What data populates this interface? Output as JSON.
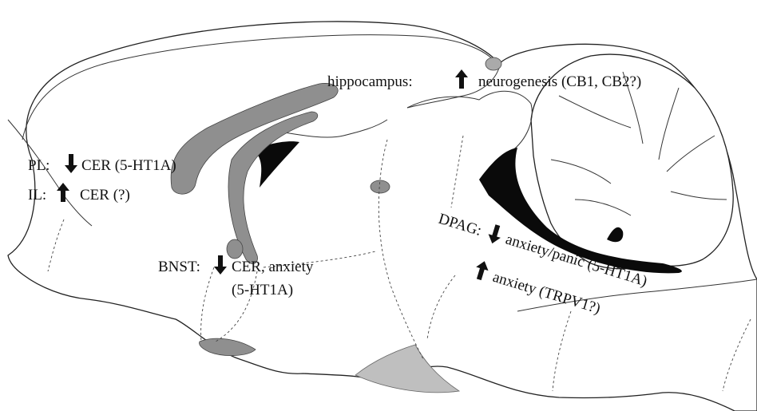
{
  "labels": {
    "hippocampus": {
      "region": "hippocampus:",
      "arrow": "up",
      "effect": "neurogenesis (CB1, CB2?)"
    },
    "pl": {
      "region": "PL:",
      "arrow": "down",
      "effect": "CER (5-HT1A)"
    },
    "il": {
      "region": "IL:",
      "arrow": "up",
      "effect": "CER (?)"
    },
    "bnst": {
      "region": "BNST:",
      "arrow": "down",
      "effect": "CER, anxiety",
      "effect2": "(5-HT1A)"
    },
    "dpag": {
      "region": "DPAG:",
      "arrow1": "down",
      "effect1": "anxiety/panic (5-HT1A)",
      "arrow2": "up",
      "effect2": "anxiety (TRPV1?)"
    }
  },
  "colors": {
    "grey_regions": "#8f8f8f",
    "light_grey_region": "#bfbfbf",
    "ventricle": "#0a0a0a"
  }
}
